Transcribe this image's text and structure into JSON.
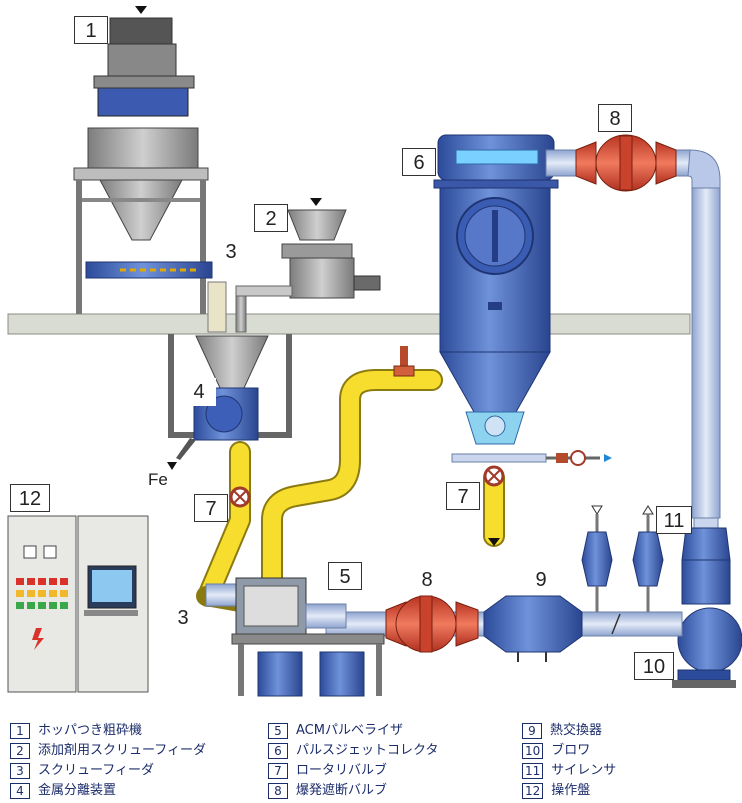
{
  "diagram": {
    "callouts": [
      {
        "id": "c1",
        "num": "1"
      },
      {
        "id": "c2",
        "num": "2"
      },
      {
        "id": "c3a",
        "num": "3"
      },
      {
        "id": "c3b",
        "num": "3"
      },
      {
        "id": "c4",
        "num": "4"
      },
      {
        "id": "c5",
        "num": "5"
      },
      {
        "id": "c6",
        "num": "6"
      },
      {
        "id": "c7a",
        "num": "7"
      },
      {
        "id": "c7b",
        "num": "7"
      },
      {
        "id": "c8a",
        "num": "8"
      },
      {
        "id": "c8b",
        "num": "8"
      },
      {
        "id": "c9",
        "num": "9"
      },
      {
        "id": "c10",
        "num": "10"
      },
      {
        "id": "c11",
        "num": "11"
      },
      {
        "id": "c12",
        "num": "12"
      }
    ],
    "fe_label": "Fe"
  },
  "legend": [
    {
      "num": "1",
      "text": "ホッパつき粗砕機"
    },
    {
      "num": "2",
      "text": "添加剤用スクリューフィーダ"
    },
    {
      "num": "3",
      "text": "スクリューフィーダ"
    },
    {
      "num": "4",
      "text": "金属分離装置"
    },
    {
      "num": "5",
      "text": "ACMパルベライザ"
    },
    {
      "num": "6",
      "text": "パルスジェットコレクタ"
    },
    {
      "num": "7",
      "text": "ロータリバルブ"
    },
    {
      "num": "8",
      "text": "爆発遮断バルブ"
    },
    {
      "num": "9",
      "text": "熱交換器"
    },
    {
      "num": "10",
      "text": "ブロワ"
    },
    {
      "num": "11",
      "text": "サイレンサ"
    },
    {
      "num": "12",
      "text": "操作盤"
    }
  ],
  "colors": {
    "vessel_blue": "#4a6fc0",
    "pipe_light": "#c9d6ee",
    "pipe_yellow": "#f7dd2e",
    "valve_red": "#e0503a",
    "floor": "#d9dcd3",
    "steel_gray": "#9a9a9a",
    "legend_text": "#1c2d6b"
  }
}
